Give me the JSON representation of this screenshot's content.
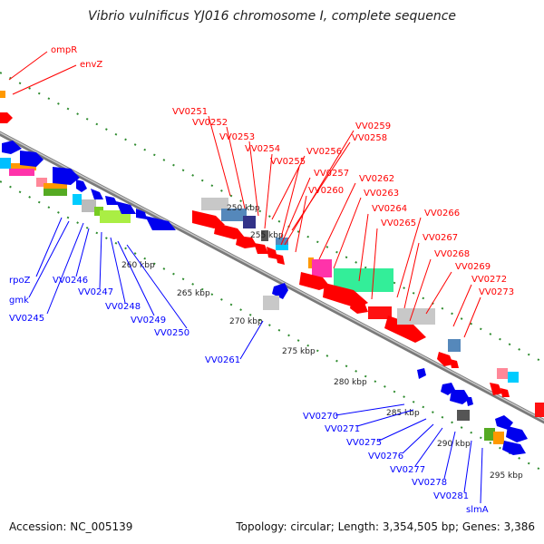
{
  "title": "Vibrio vulnificus YJ016 chromosome I, complete sequence",
  "accession": "Accession: NC_005139",
  "topology": "Topology: circular; Length: 3,354,505 bp; Genes: 3,386",
  "colors": {
    "forward": "#ff0000",
    "reverse": "#0000ff",
    "backbone": "#888888",
    "tick": "#2e8b2e"
  },
  "kbp_labels": [
    "250 kbp",
    "255 kbp",
    "260 kbp",
    "265 kbp",
    "270 kbp",
    "275 kbp",
    "280 kbp",
    "285 kbp",
    "290 kbp",
    "295 kbp"
  ],
  "top_labels": [
    "ompR",
    "envZ"
  ],
  "red_labels": [
    "VV0251",
    "VV0252",
    "VV0253",
    "VV0254",
    "VV0255",
    "VV0256",
    "VV0257",
    "VV0258",
    "VV0259",
    "VV0260",
    "VV0262",
    "VV0263",
    "VV0264",
    "VV0265",
    "VV0266",
    "VV0267",
    "VV0268",
    "VV0269",
    "VV0272",
    "VV0273"
  ],
  "blue_labels": [
    "rpoZ",
    "VV0246",
    "VV0247",
    "VV0248",
    "VV0249",
    "gmk",
    "VV0245",
    "VV0250",
    "VV0261",
    "VV0270",
    "VV0271",
    "VV0275",
    "VV0276",
    "VV0277",
    "VV0278",
    "VV0281",
    "slmA"
  ]
}
